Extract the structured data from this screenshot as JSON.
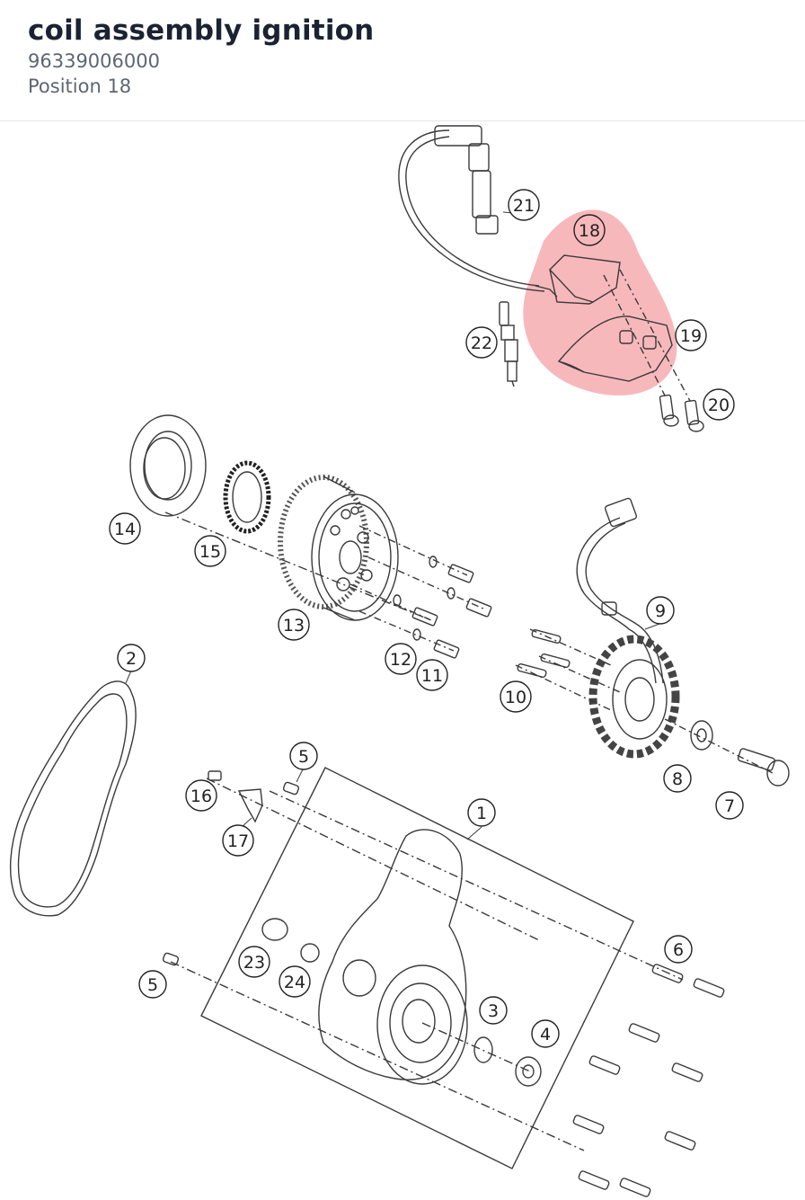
{
  "header": {
    "title": "coil assembly ignition",
    "part_number": "96339006000",
    "position": "Position 18"
  },
  "diagram": {
    "highlighted_position": "18",
    "highlight_color": "#f4a0a6",
    "callouts": [
      {
        "label": "1"
      },
      {
        "label": "2"
      },
      {
        "label": "3"
      },
      {
        "label": "4"
      },
      {
        "label": "5"
      },
      {
        "label": "5"
      },
      {
        "label": "6"
      },
      {
        "label": "7"
      },
      {
        "label": "8"
      },
      {
        "label": "9"
      },
      {
        "label": "10"
      },
      {
        "label": "11"
      },
      {
        "label": "12"
      },
      {
        "label": "13"
      },
      {
        "label": "14"
      },
      {
        "label": "15"
      },
      {
        "label": "16"
      },
      {
        "label": "17"
      },
      {
        "label": "18"
      },
      {
        "label": "19"
      },
      {
        "label": "20"
      },
      {
        "label": "21"
      },
      {
        "label": "22"
      },
      {
        "label": "23"
      },
      {
        "label": "24"
      }
    ]
  }
}
